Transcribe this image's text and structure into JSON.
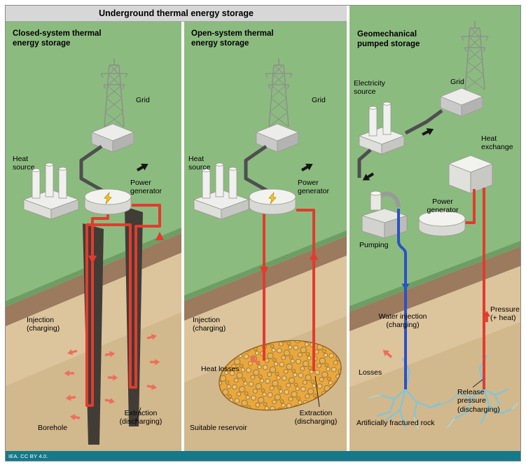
{
  "title": "Underground thermal energy storage",
  "attribution": "IEA. CC BY 4.0.",
  "colors": {
    "grass": "#8cbb80",
    "grass_edge": "#6e9e63",
    "soil_face": "#9b7a5e",
    "earth": "#dcc49c",
    "borehole": "#413c36",
    "pipe_hot": "#e23b2e",
    "pipe_cold": "#2a52c8",
    "heat_arrow": "#ee6d5c",
    "cable": "#4f4f4f",
    "reservoir_fill": "#e9a83d",
    "fracture": "#7cc6dc",
    "title_bar": "#d7d7d7",
    "attribution_bar": "#15798a"
  },
  "panels": [
    {
      "title": "Closed-system thermal\nenergy storage",
      "labels": {
        "grid": "Grid",
        "heat_source": "Heat\nsource",
        "power_generator": "Power\ngenerator",
        "injection": "Injection\n(charging)",
        "extraction": "Extraction\n(discharging)",
        "borehole": "Borehole"
      }
    },
    {
      "title": "Open-system thermal\nenergy storage",
      "labels": {
        "grid": "Grid",
        "heat_source": "Heat\nsource",
        "power_generator": "Power\ngenerator",
        "injection": "Injection\n(charging)",
        "heat_losses": "Heat losses",
        "extraction": "Extraction\n(discharging)",
        "reservoir": "Suitable reservoir"
      }
    },
    {
      "title": "Geomechanical\npumped storage",
      "labels": {
        "electricity_source": "Electricity\nsource",
        "grid": "Grid",
        "heat_exchange": "Heat\nexchange",
        "power_generator": "Power\ngenerator",
        "pumping": "Pumping",
        "water_injection": "Water injection\n(charging)",
        "pressure": "Pressure\n(+ heat)",
        "losses": "Losses",
        "release_pressure": "Release\npressure\n(discharging)",
        "fractured_rock": "Artificially fractured rock"
      }
    }
  ]
}
